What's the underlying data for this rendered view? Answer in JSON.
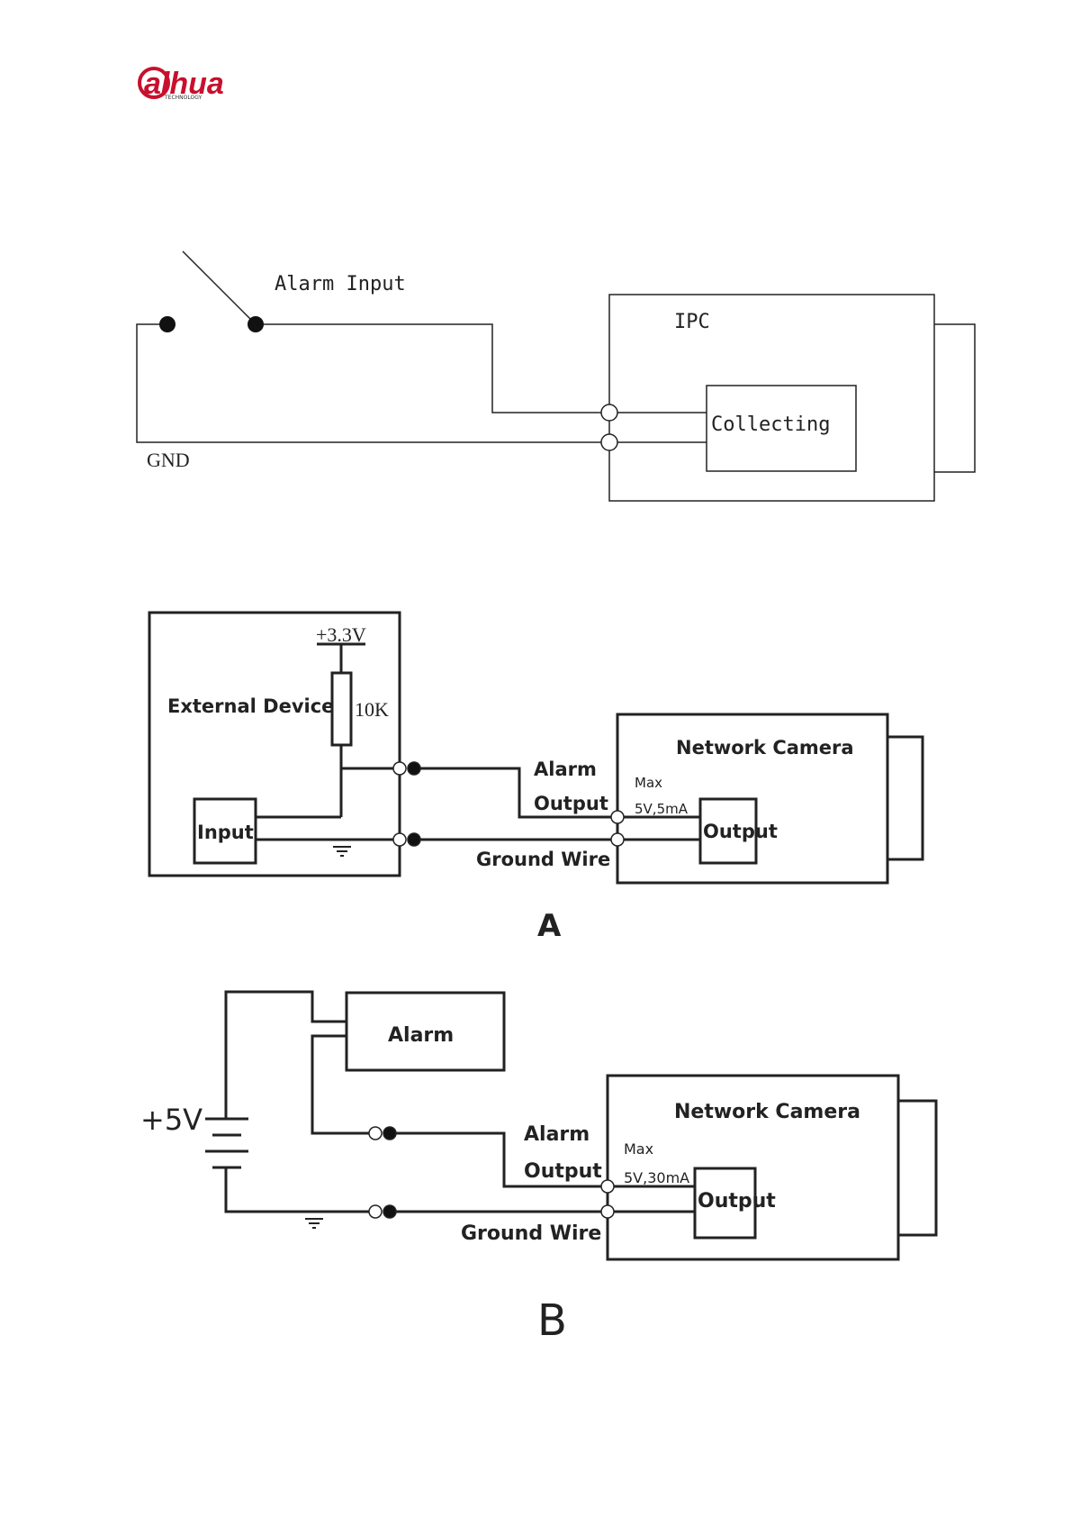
{
  "logo": {
    "brand": "alhua",
    "tagline": "TECHNOLOGY",
    "color": "#c8102e"
  },
  "diagram1": {
    "switch_label": "Alarm Input",
    "device_label": "IPC",
    "inner_label": "Collecting",
    "ground_label": "GND"
  },
  "diagramA": {
    "supply_label": "+3.3V",
    "device_label": "External Device",
    "resistor_label": "10K",
    "input_label": "Input",
    "wire_label_1": "Alarm",
    "wire_label_2": "Output",
    "ground_label": "Ground Wire",
    "camera_label": "Network Camera",
    "max_label": "Max",
    "rating_label": "5V,5mA",
    "output_label": "Output",
    "caption": "A"
  },
  "diagramB": {
    "supply_label": "+5V",
    "alarm_label": "Alarm",
    "wire_label_1": "Alarm",
    "wire_label_2": "Output",
    "ground_label": "Ground Wire",
    "camera_label": "Network Camera",
    "max_label": "Max",
    "rating_label": "5V,30mA",
    "output_label": "Output",
    "caption": "B"
  }
}
